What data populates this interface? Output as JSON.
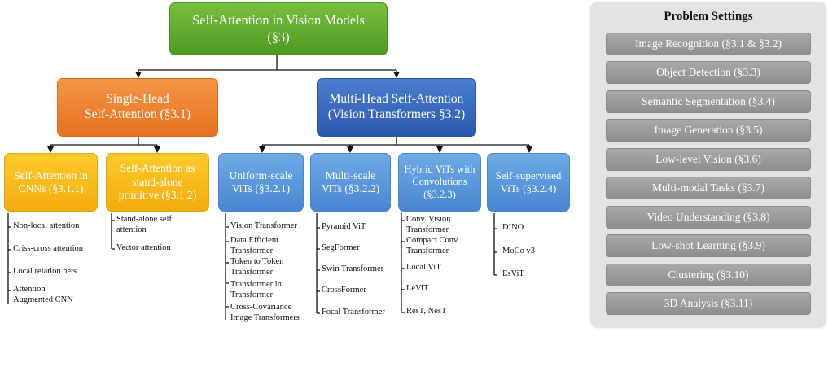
{
  "root": "Self-Attention in Vision Models\n(§3)",
  "single_head": "Single-Head\nSelf-Attention (§3.1)",
  "multi_head": "Multi-Head Self-Attention\n(Vision Transformers §3.2)",
  "cnn_box": "Self-Attention in\nCNNs (§3.1.1)",
  "standalone_box": "Self-Attention as\nstand-alone\nprimitive (§3.1.2)",
  "uniform_box": "Uniform-scale\nViTs (§3.2.1)",
  "multiscale_box": "Multi-scale\nViTs (§3.2.2)",
  "hybrid_box": "Hybrid ViTs with\nConvolutions\n(§3.2.3)",
  "selfsup_box": "Self-supervised\nViTs (§3.2.4)",
  "cnn_items": [
    "Non-local attention",
    "Criss-cross attention",
    "Local relation nets",
    "Attention\nAugmented CNN"
  ],
  "standalone_items": [
    "Stand-alone self\nattention",
    "Vector attention"
  ],
  "uniform_items": [
    "Vision Transformer",
    "Data Efficient\nTransformer",
    "Token to Token\nTransformer",
    "Transformer in\nTransformer",
    "Cross-Covariance\nImage Transformers"
  ],
  "multiscale_items": [
    "Pyramid ViT",
    "SegFormer",
    "Swin Transformer",
    "CrossFormer",
    "Focal Transformer"
  ],
  "hybrid_items": [
    "Conv. Vision\nTransformer",
    "Compact Conv.\nTransformer",
    "Local ViT",
    "LeViT",
    "ResT, NesT"
  ],
  "selfsup_items": [
    "DINO",
    "MoCo v3",
    "EsViT"
  ],
  "panel": {
    "title": "Problem Settings",
    "items": [
      "Image Recognition (§3.1 & §3.2)",
      "Object Detection (§3.3)",
      "Semantic Segmentation (§3.4)",
      "Image Generation (§3.5)",
      "Low-level Vision (§3.6)",
      "Multi-modal Tasks (§3.7)",
      "Video Understanding (§3.8)",
      "Low-shot Learning (§3.9)",
      "Clustering (§3.10)",
      "3D Analysis (§3.11)"
    ]
  }
}
